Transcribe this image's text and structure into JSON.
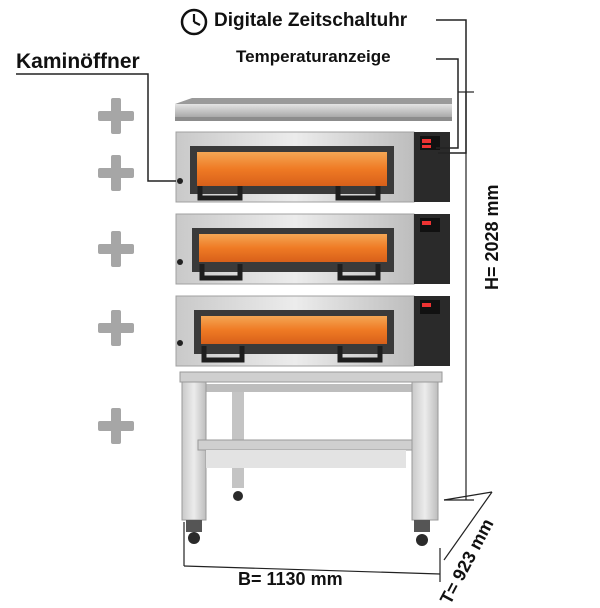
{
  "labels": {
    "timer": "Digitale Zeitschaltuhr",
    "temperature": "Temperaturanzeige",
    "chimney": "Kaminöffner",
    "width": "B= 1130 mm",
    "height": "H= 2028 mm",
    "depth": "T= 923 mm"
  },
  "icons": {
    "clock": "clock-icon",
    "plus": "plus-icon"
  },
  "colors": {
    "steel": "#d9d9d9",
    "chamber": "#f08a2e",
    "plus": "#a6a6a6",
    "handle": "#1e1e1e"
  }
}
